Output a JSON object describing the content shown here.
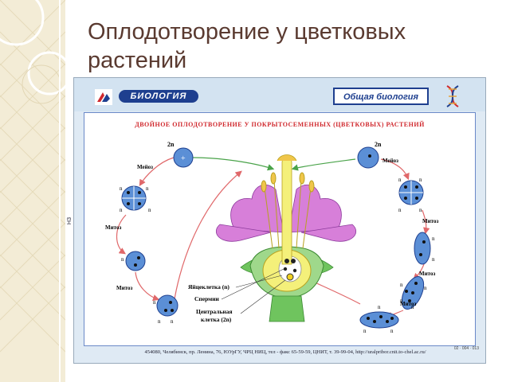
{
  "slide": {
    "title": "Оплодотворение у цветковых растений"
  },
  "poster": {
    "brand": "БИОЛОГИЯ",
    "section": "Общая биология",
    "side_text": "НЗ",
    "diagram_title": "ДВОЙНОЕ ОПЛОДОТВОРЕНИЕ У ПОКРЫТОСЕМЕННЫХ (ЦВЕТКОВЫХ) РАСТЕНИЙ",
    "footer": "454080, Челябинск, пр. Ленина, 76, ЮУрГУ, ЧРЦ НИЦ, тел - факс 65-59-59, ЦНИТ, т. 39-99-04, http://uralpribor.cnit.to-chel.ac.ru/",
    "code": "02 · 004 · 013"
  },
  "labels": {
    "left_2n": "2n",
    "left_meiosis": "Мейоз",
    "left_mitosis_1": "Митоз",
    "left_mitosis_2": "Митоз",
    "n": "n",
    "right_2n": "2n",
    "right_meiosis": "Мейоз",
    "right_mitosis_1": "Митоз",
    "right_mitosis_2": "Митоз",
    "right_mitosis_3": "Митоз",
    "egg_cell": "Яйцеклетка (n)",
    "sperm": "Спермии",
    "central_cell_1": "Центральная",
    "central_cell_2": "клетка (2n)"
  },
  "colors": {
    "title": "#5a3a30",
    "diagram_title": "#d0282d",
    "cell_fill": "#5b8fd6",
    "arrow_red": "#e0686a",
    "arrow_green": "#4aa34a",
    "petal": "#d77fd9",
    "ovary": "#f4f07a",
    "stem": "#6fc45e"
  }
}
